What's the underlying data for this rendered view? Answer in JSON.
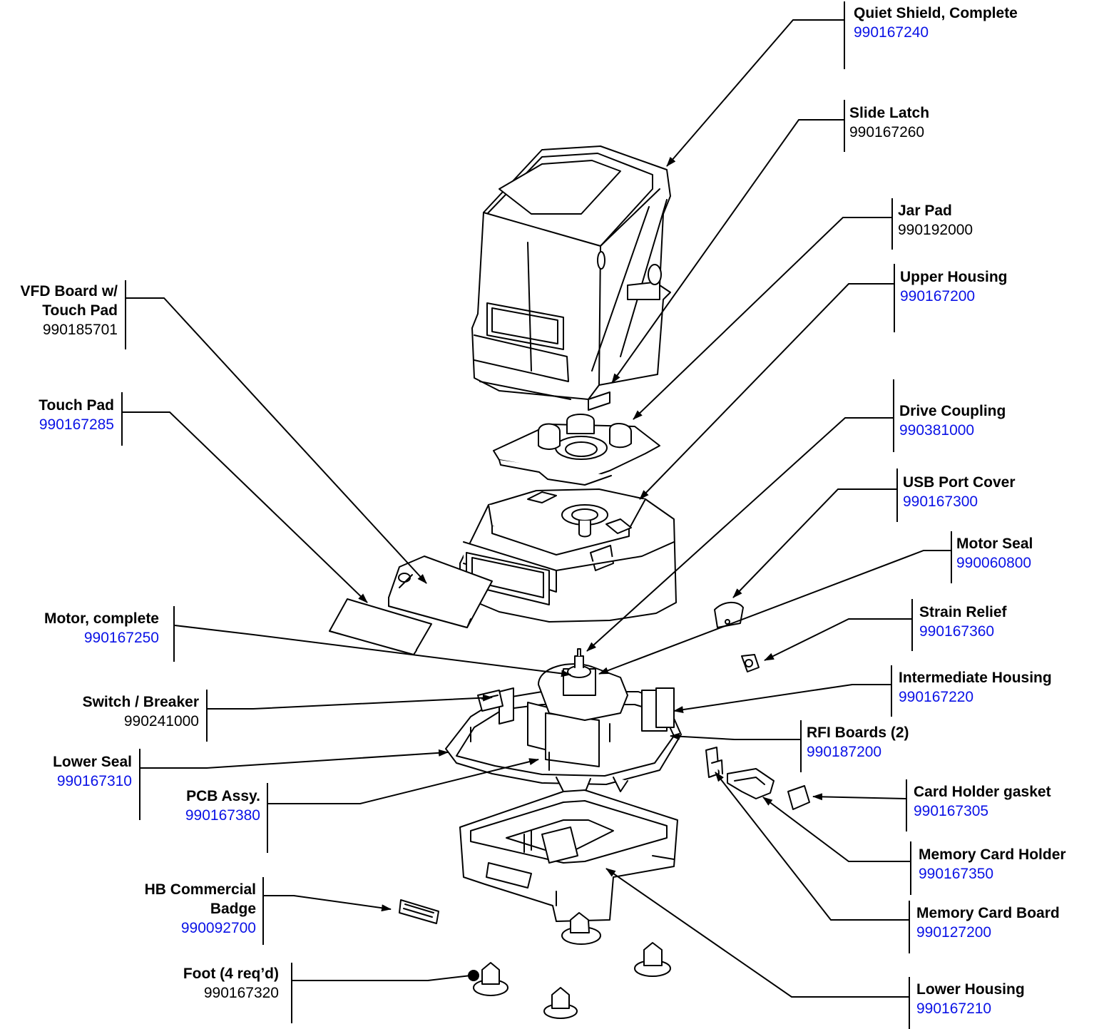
{
  "colors": {
    "link": "#0a12e6",
    "text": "#000000",
    "line": "#000000"
  },
  "callouts": [
    {
      "id": "quiet-shield",
      "name": "Quiet Shield, Complete",
      "number": "990167240",
      "link": true
    },
    {
      "id": "slide-latch",
      "name": "Slide Latch",
      "number": "990167260",
      "link": false
    },
    {
      "id": "jar-pad",
      "name": "Jar Pad",
      "number": "990192000",
      "link": false
    },
    {
      "id": "upper-housing",
      "name": "Upper Housing",
      "number": "990167200",
      "link": true
    },
    {
      "id": "drive-coupling",
      "name": "Drive Coupling",
      "number": "990381000",
      "link": true
    },
    {
      "id": "usb-port-cover",
      "name": "USB Port Cover",
      "number": "990167300",
      "link": true
    },
    {
      "id": "motor-seal",
      "name": "Motor Seal",
      "number": "990060800",
      "link": true
    },
    {
      "id": "strain-relief",
      "name": "Strain Relief",
      "number": "990167360",
      "link": true
    },
    {
      "id": "intermediate-housing",
      "name": "Intermediate Housing",
      "number": "990167220",
      "link": true
    },
    {
      "id": "rfi-boards",
      "name": "RFI Boards (2)",
      "number": "990187200",
      "link": true
    },
    {
      "id": "card-holder-gasket",
      "name": "Card Holder gasket",
      "number": "990167305",
      "link": true
    },
    {
      "id": "memory-card-holder",
      "name": "Memory Card Holder",
      "number": "990167350",
      "link": true
    },
    {
      "id": "memory-card-board",
      "name": "Memory Card Board",
      "number": "990127200",
      "link": true
    },
    {
      "id": "lower-housing",
      "name": "Lower Housing",
      "number": "990167210",
      "link": true
    },
    {
      "id": "vfd-board",
      "name": "VFD Board w/ Touch Pad",
      "number": "990185701",
      "link": false
    },
    {
      "id": "touch-pad",
      "name": "Touch Pad",
      "number": "990167285",
      "link": true
    },
    {
      "id": "motor-complete",
      "name": "Motor, complete",
      "number": "990167250",
      "link": true
    },
    {
      "id": "switch-breaker",
      "name": "Switch / Breaker",
      "number": "990241000",
      "link": false
    },
    {
      "id": "lower-seal",
      "name": "Lower Seal",
      "number": "990167310",
      "link": true
    },
    {
      "id": "pcb-assy",
      "name": "PCB Assy.",
      "number": "990167380",
      "link": true
    },
    {
      "id": "hb-badge",
      "name": "HB Commercial Badge",
      "number": "990092700",
      "link": true
    },
    {
      "id": "foot",
      "name": "Foot (4 req’d)",
      "number": "990167320",
      "link": false
    }
  ]
}
